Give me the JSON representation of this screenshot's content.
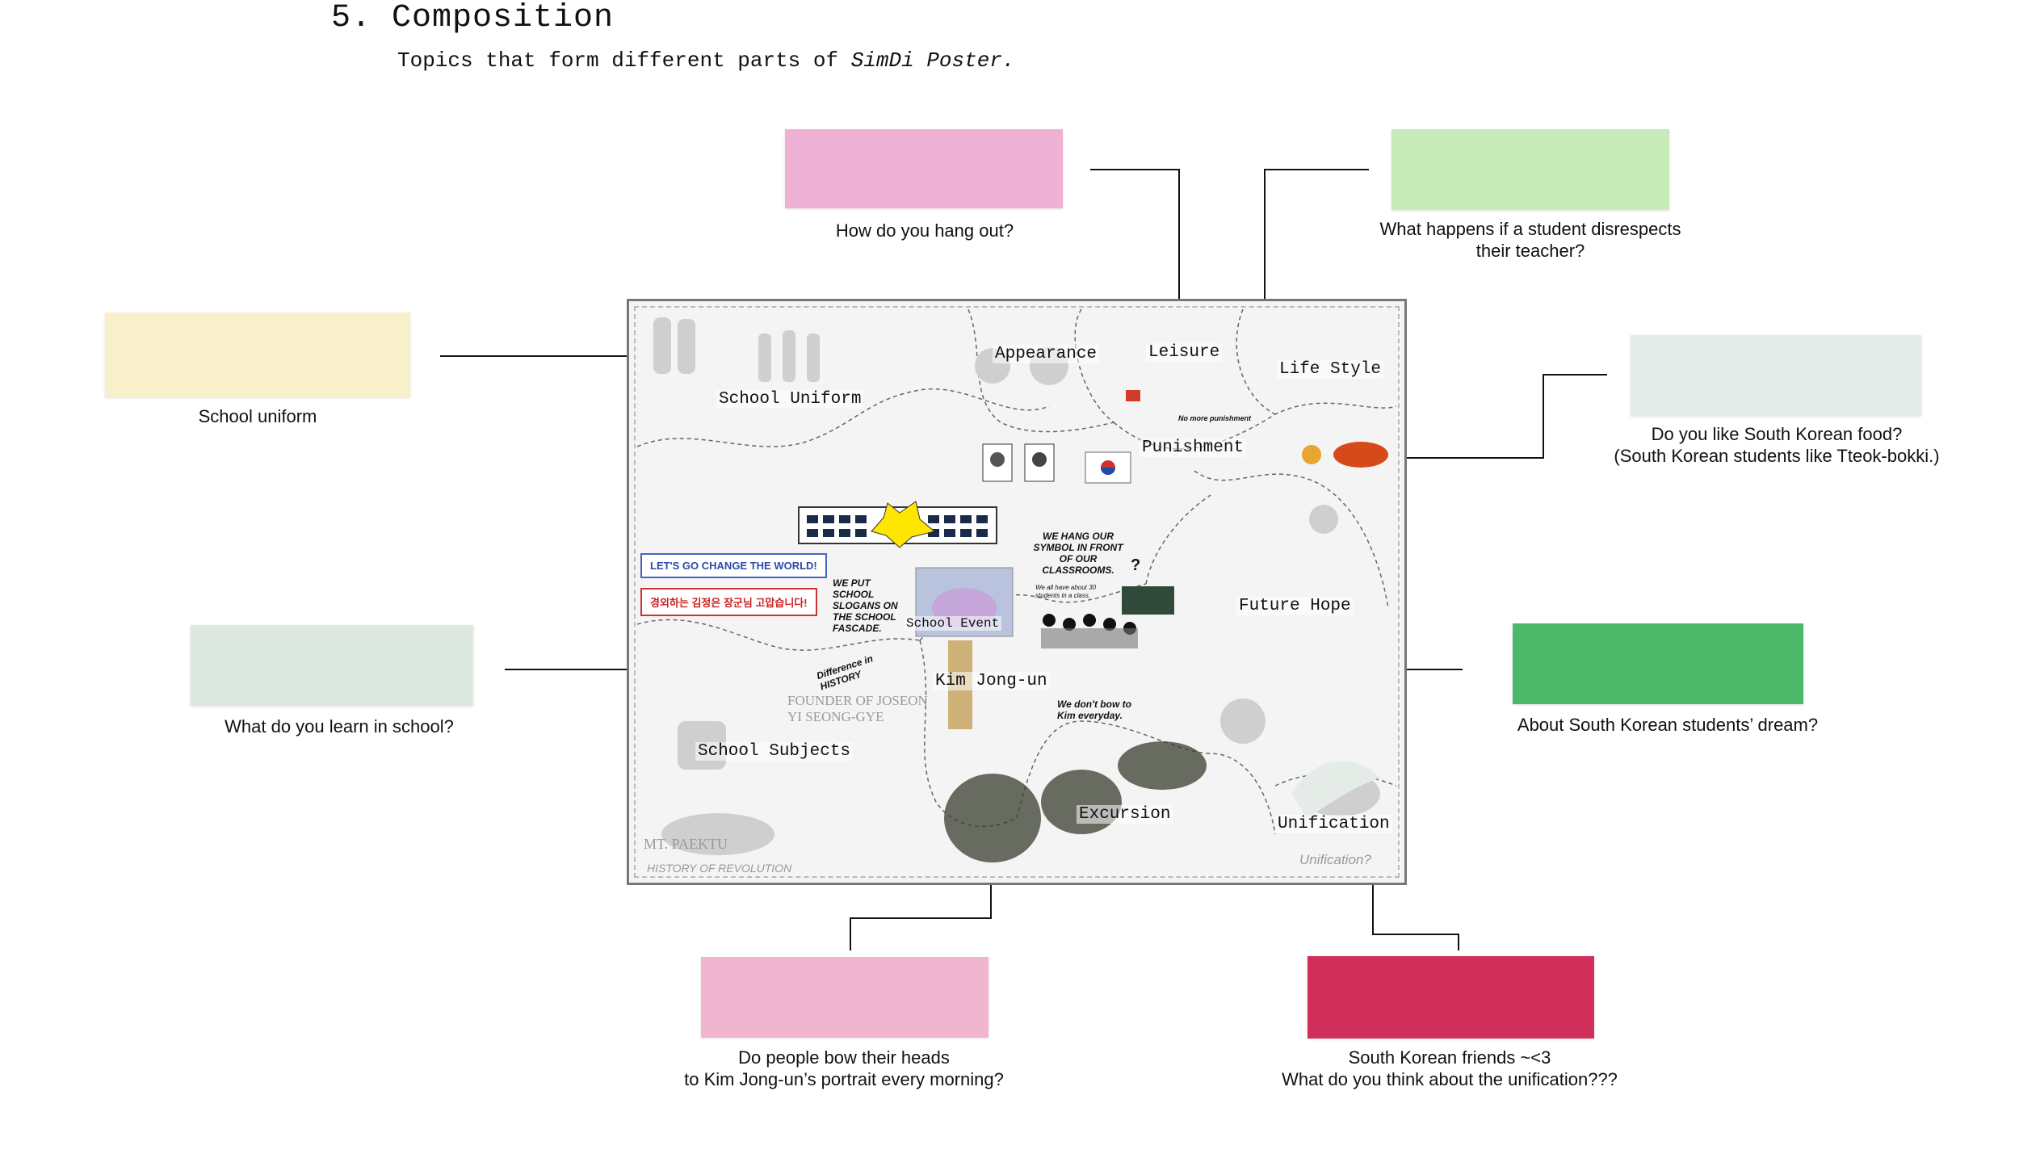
{
  "heading": "5. Composition",
  "subtitle": {
    "text": "Topics that form different parts of ",
    "poster_name": "SimDi Poster."
  },
  "colors": {
    "note_pink": "#efb2d4",
    "note_green": "#c6ebb8",
    "note_cream": "#f7f0ca",
    "note_pale_blue": "#e3ece8",
    "note_pale_green": "#dce8e0",
    "note_bright_green": "#4bb86a",
    "note_light_pink": "#f2b5cf",
    "note_crimson": "#d12f5b",
    "poster_border": "#777777",
    "connector": "#111111"
  },
  "notes": {
    "hangout": {
      "caption": "How do you hang out?"
    },
    "disrespect": {
      "caption_line1": "What happens if a student disrespects",
      "caption_line2": "their teacher?"
    },
    "uniform": {
      "caption": "School uniform"
    },
    "food": {
      "caption_line1": "Do you like South Korean food?",
      "caption_line2": "(South Korean students like Tteok-bokki.)"
    },
    "learn": {
      "caption": "What do you learn in school?"
    },
    "dream": {
      "caption": "About South Korean students’ dream?"
    },
    "bow": {
      "caption_line1": "Do people bow their heads",
      "caption_line2": "to Kim Jong-un’s portrait every morning?"
    },
    "unification": {
      "caption_line1": "South Korean friends ~<3",
      "caption_line2": "What do you think about the unification???"
    }
  },
  "poster": {
    "labels": {
      "appearance": "Appearance",
      "leisure": "Leisure",
      "life_style": "Life Style",
      "school_uniform": "School Uniform",
      "punishment": "Punishment",
      "future_hope": "Future Hope",
      "school_event": "School Event",
      "kim_jong_un": "Kim Jong-un",
      "school_subjects": "School Subjects",
      "excursion": "Excursion",
      "unification": "Unification"
    },
    "texts": {
      "hang_symbol": "WE HANG OUR SYMBOL IN FRONT OF OUR CLASSROOMS.",
      "slogans": "WE PUT SCHOOL SLOGANS ON THE SCHOOL FASCADE.",
      "dont_bow": "We don't bow to Kim everyday.",
      "difference": "Difference in HISTORY",
      "founder_line1": "FOUNDER OF JOSEON",
      "founder_line2": "YI SEONG-GYE",
      "mt_paektu": "MT. PAEKTU",
      "history_revolution": "HISTORY OF REVOLUTION",
      "unification_q": "Unification?",
      "no_more_punishment": "No more punishment",
      "students_in_class": "We all have about 30 students in a class.",
      "question_mark": "?"
    },
    "slogan_en": "LET'S GO CHANGE THE WORLD!",
    "slogan_kr": "경외하는 김정은 장군님 고맙습니다!"
  }
}
